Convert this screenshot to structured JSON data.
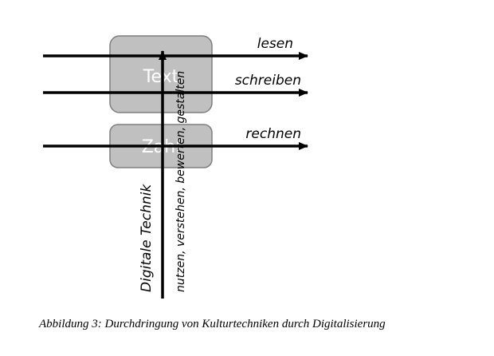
{
  "diagram": {
    "boxes": {
      "text": "Text",
      "zahl": "Zahl"
    },
    "arrows": {
      "lesen": "lesen",
      "schreiben": "schreiben",
      "rechnen": "rechnen"
    },
    "vertical": {
      "main_label": "Digitale Technik",
      "sub_label": "nutzen, verstehen, bewerten, gestalten"
    }
  },
  "caption": "Abbildung 3: Durchdringung von Kulturtechniken durch Digitalisierung"
}
